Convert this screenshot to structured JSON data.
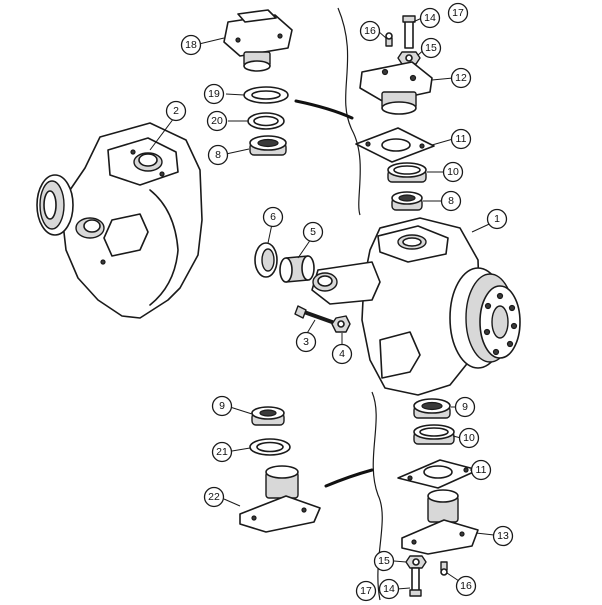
{
  "callouts": [
    {
      "id": "c1",
      "label": "1"
    },
    {
      "id": "c2",
      "label": "2"
    },
    {
      "id": "c3",
      "label": "3"
    },
    {
      "id": "c4",
      "label": "4"
    },
    {
      "id": "c5",
      "label": "5"
    },
    {
      "id": "c6",
      "label": "6"
    },
    {
      "id": "c8a",
      "label": "8"
    },
    {
      "id": "c8b",
      "label": "8"
    },
    {
      "id": "c9a",
      "label": "9"
    },
    {
      "id": "c9b",
      "label": "9"
    },
    {
      "id": "c10a",
      "label": "10"
    },
    {
      "id": "c10b",
      "label": "10"
    },
    {
      "id": "c11a",
      "label": "11"
    },
    {
      "id": "c11b",
      "label": "11"
    },
    {
      "id": "c12",
      "label": "12"
    },
    {
      "id": "c13",
      "label": "13"
    },
    {
      "id": "c14a",
      "label": "14"
    },
    {
      "id": "c14b",
      "label": "14"
    },
    {
      "id": "c15a",
      "label": "15"
    },
    {
      "id": "c15b",
      "label": "15"
    },
    {
      "id": "c16a",
      "label": "16"
    },
    {
      "id": "c16b",
      "label": "16"
    },
    {
      "id": "c17a",
      "label": "17"
    },
    {
      "id": "c17b",
      "label": "17"
    },
    {
      "id": "c18",
      "label": "18"
    },
    {
      "id": "c19",
      "label": "19"
    },
    {
      "id": "c20",
      "label": "20"
    },
    {
      "id": "c21",
      "label": "21"
    },
    {
      "id": "c22",
      "label": "22"
    }
  ]
}
